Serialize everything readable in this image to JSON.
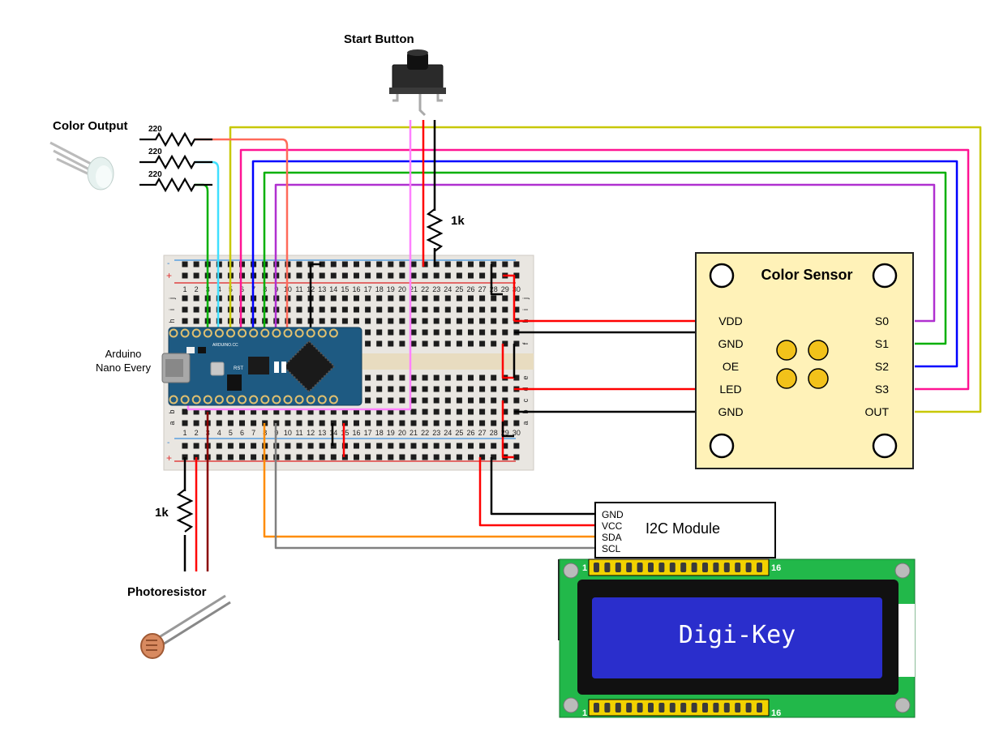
{
  "labels": {
    "start_button": "Start Button",
    "color_output": "Color Output",
    "photoresistor": "Photoresistor",
    "arduino_line1": "Arduino",
    "arduino_line2": "Nano Every",
    "color_sensor": "Color Sensor",
    "i2c_module": "I2C Module",
    "board_silkscreen": "ARDUINO.CC",
    "board_rst": "RST"
  },
  "resistors": {
    "r_led_red": "220",
    "r_led_green": "220",
    "r_led_blue": "220",
    "r_button": "1k",
    "r_photo": "1k"
  },
  "color_sensor_pins_left": [
    "VDD",
    "GND",
    "OE",
    "LED",
    "GND"
  ],
  "color_sensor_pins_right": [
    "S0",
    "S1",
    "S2",
    "S3",
    "OUT"
  ],
  "i2c_pins": [
    "GND",
    "VCC",
    "SDA",
    "SCL"
  ],
  "lcd": {
    "text": "Digi-Key",
    "pin_first": "1",
    "pin_last": "16"
  },
  "breadboard": {
    "columns": [
      "1",
      "2",
      "3",
      "4",
      "5",
      "6",
      "7",
      "8",
      "9",
      "10",
      "11",
      "12",
      "13",
      "14",
      "15",
      "16",
      "17",
      "18",
      "19",
      "20",
      "21",
      "22",
      "23",
      "24",
      "25",
      "26",
      "27",
      "28",
      "29",
      "30"
    ],
    "rows_top": [
      "j",
      "i",
      "h"
    ],
    "rows_mid": [
      "f",
      "e",
      "d",
      "c"
    ],
    "rows_bottom": [
      "b",
      "a"
    ],
    "rail_plus": "+",
    "rail_minus": "-"
  },
  "colors": {
    "wire_red": "#ff0000",
    "wire_black": "#000000",
    "wire_yellow": "#c8c800",
    "wire_magenta": "#ff1493",
    "wire_blue": "#0000ff",
    "wire_green": "#00b000",
    "wire_purple": "#b030d0",
    "wire_cyan": "#40e0ff",
    "wire_pink": "#ff80ff",
    "wire_orange": "#ff8c00",
    "wire_gray": "#808080",
    "wire_salmon": "#ff6a5a",
    "sensor_board": "#fff2b8",
    "lcd_pcb": "#22b84a",
    "lcd_screen": "#2a2ecc",
    "arduino_board": "#1e5a82"
  }
}
